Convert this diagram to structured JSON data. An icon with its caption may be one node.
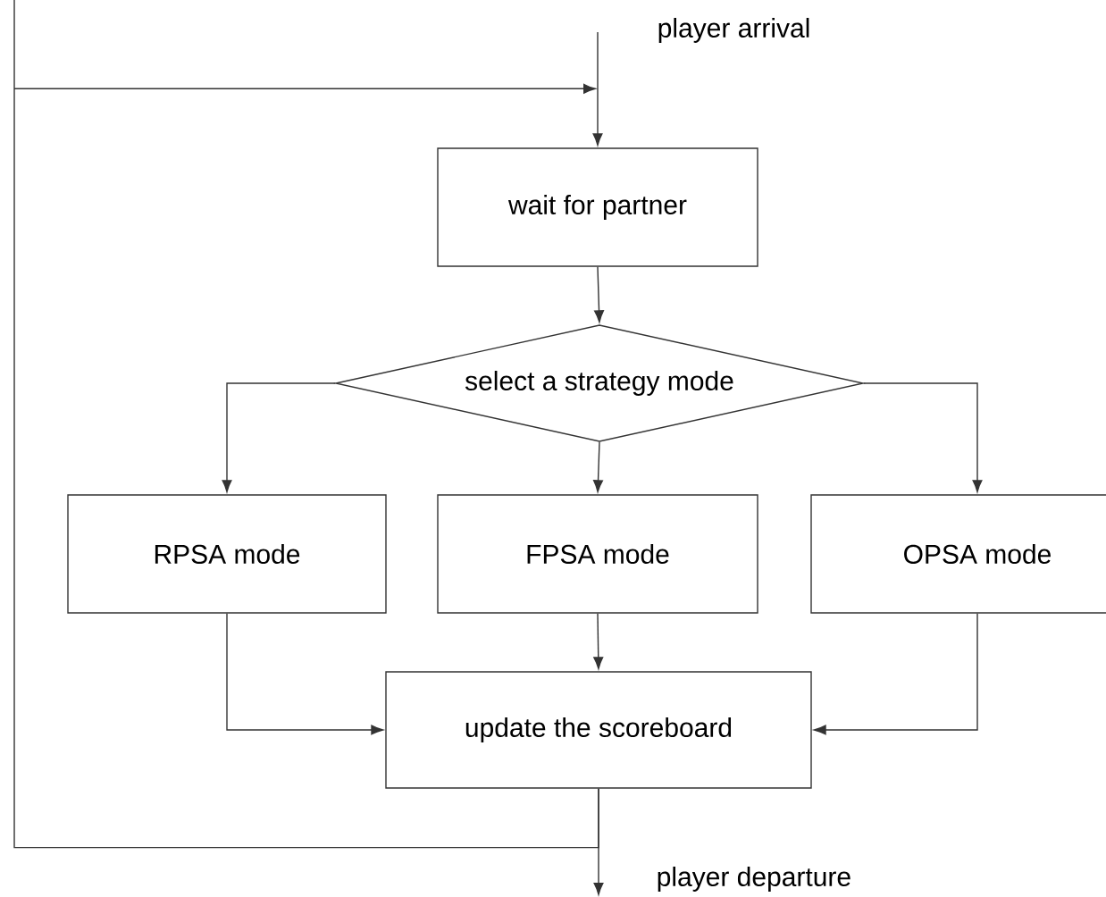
{
  "diagram": {
    "nodes": [
      {
        "text": [
          "wait for partner"
        ]
      },
      {
        "text": [
          "select a strategy mode"
        ]
      },
      {
        "text": [
          "RPSA mode"
        ]
      },
      {
        "text": [
          "FPSA mode"
        ]
      },
      {
        "text": [
          "OPSA mode"
        ]
      },
      {
        "text": [
          "update the scoreboard"
        ]
      }
    ],
    "edges": [
      {
        "from": null,
        "to": 0,
        "arrow": "to",
        "label": "player arrival"
      },
      {
        "from": 0,
        "to": 1,
        "arrow": "to"
      },
      {
        "from": 1,
        "to": 2,
        "arrow": "to"
      },
      {
        "from": 1,
        "to": 3,
        "arrow": "to"
      },
      {
        "from": 1,
        "to": 4,
        "arrow": "to"
      },
      {
        "from": 2,
        "to": 5,
        "arrow": "to"
      },
      {
        "from": 3,
        "to": 5,
        "arrow": "to"
      },
      {
        "from": 4,
        "to": 5,
        "arrow": "to"
      },
      {
        "from": 5,
        "to": null,
        "arrow": "to",
        "label": "player departure"
      },
      {
        "from": 5,
        "to": 0,
        "arrow": "to"
      }
    ]
  }
}
